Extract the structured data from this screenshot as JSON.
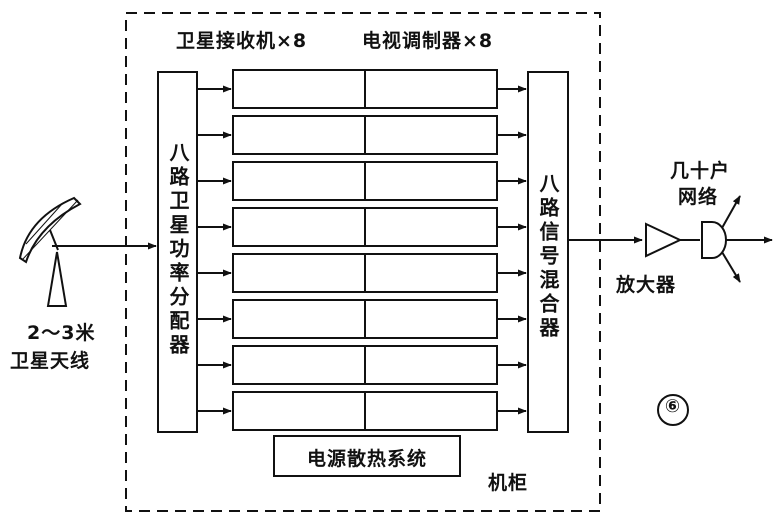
{
  "labels": {
    "receiver": "卫星接收机×8",
    "modulator": "电视调制器×8",
    "splitter": "八路卫星功率分配器",
    "mixer": "八路信号混合器",
    "power": "电源散热系统",
    "cabinet": "机柜",
    "antenna_size": "2～3米",
    "antenna_name": "卫星天线",
    "amplifier": "放大器",
    "network_line1": "几十户",
    "network_line2": "网络",
    "figure_number": "⑥"
  },
  "channel_count": 8
}
